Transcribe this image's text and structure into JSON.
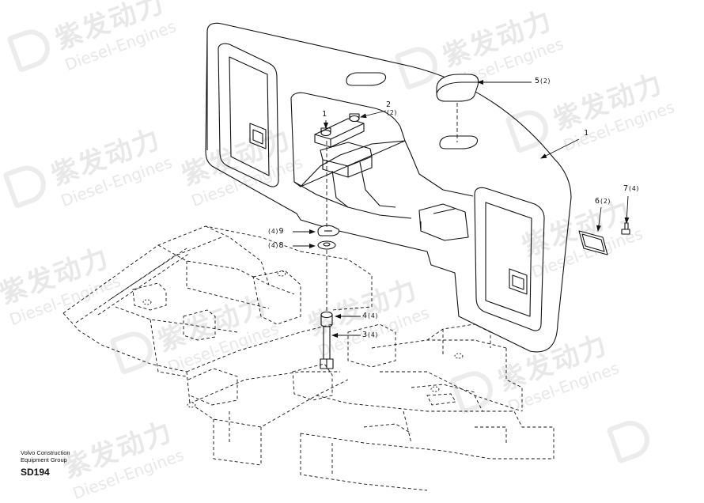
{
  "watermark": {
    "text_cn": "紫发动力",
    "text_en": "Diesel-Engines"
  },
  "footer": {
    "company_line1": "Volvo Construction",
    "company_line2": "Equipment Group",
    "code": "SD194"
  },
  "callouts": [
    {
      "id": "1",
      "num": "1",
      "qty": ""
    },
    {
      "id": "1b",
      "num": "1",
      "qty": ""
    },
    {
      "id": "2",
      "num": "2",
      "qty": "(2)"
    },
    {
      "id": "3",
      "num": "3",
      "qty": "(4)"
    },
    {
      "id": "4",
      "num": "4",
      "qty": "(4)"
    },
    {
      "id": "5",
      "num": "5",
      "qty": "(2)"
    },
    {
      "id": "6",
      "num": "6",
      "qty": "(2)"
    },
    {
      "id": "7",
      "num": "7",
      "qty": "(4)"
    },
    {
      "id": "8",
      "num": "8",
      "qty": "(4)"
    },
    {
      "id": "9",
      "num": "9",
      "qty": "(4)"
    }
  ]
}
